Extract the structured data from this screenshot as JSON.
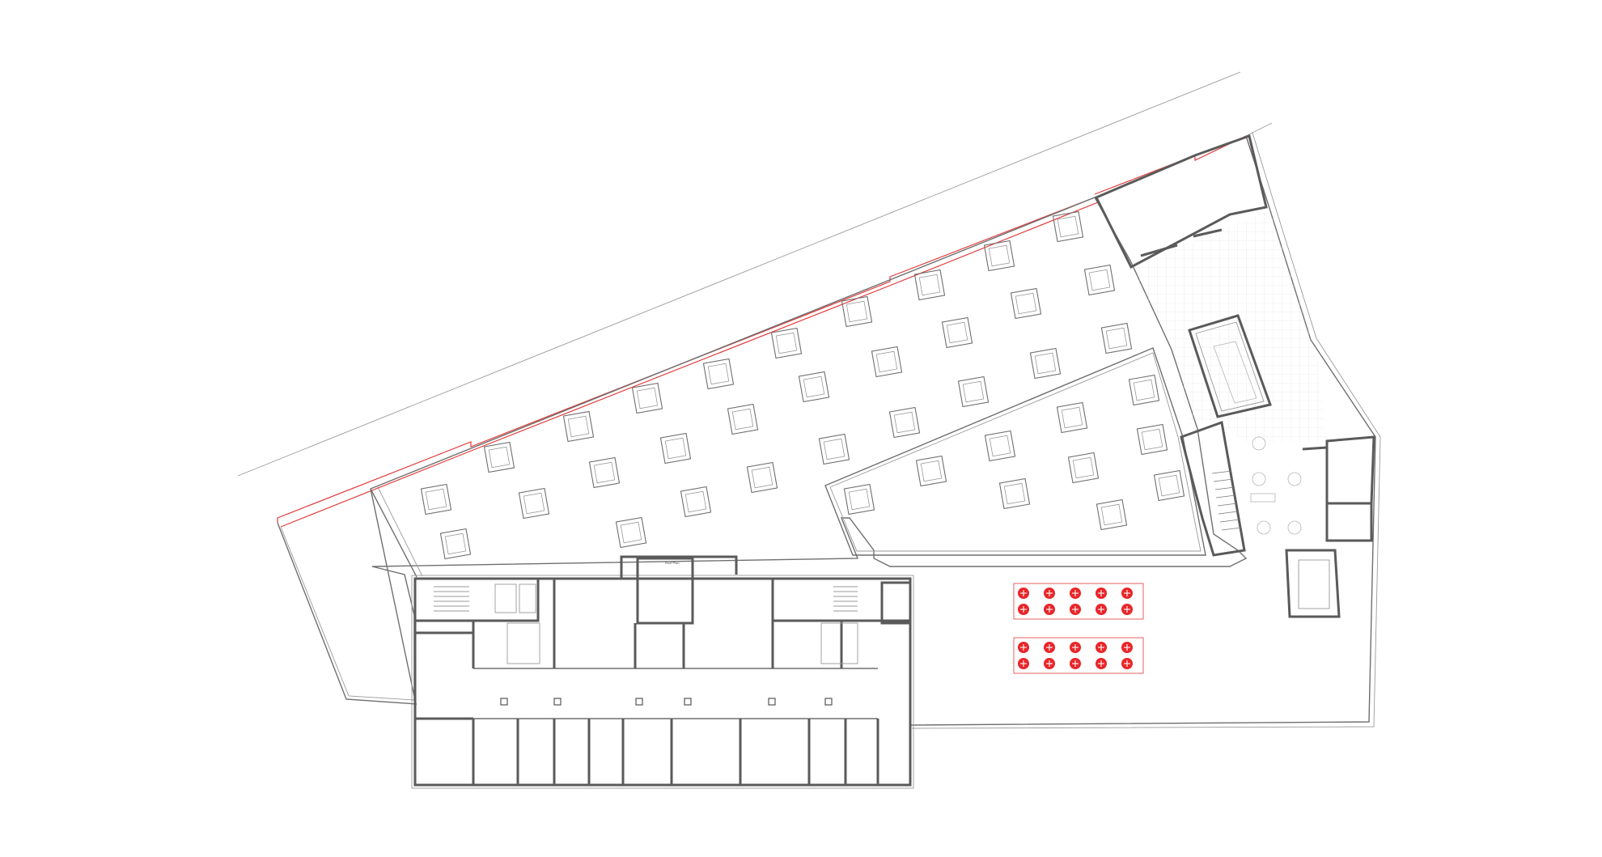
{
  "plan": {
    "room_note": "Roof Plan",
    "colors": {
      "walls": "#6f6f6f",
      "highlight": "#e23b3b",
      "seating": "#e8262a",
      "paving_grid": "#e2e2e2"
    },
    "seating_blocks": 2,
    "seats_per_block": 10
  }
}
